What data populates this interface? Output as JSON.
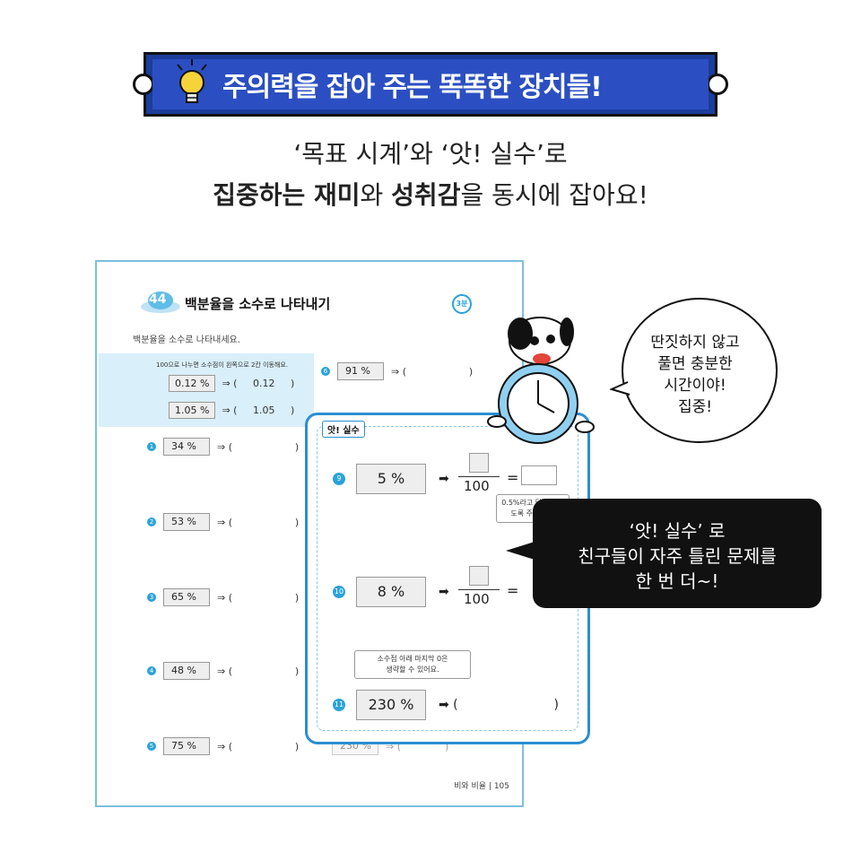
{
  "banner": {
    "title": "주의력을 잡아 주는 똑똑한 장치들!"
  },
  "subtitle": {
    "line1": "‘목표 시계’와 ‘앗! 실수’로",
    "line2_parts": [
      "집중하는 재미",
      "와 ",
      "성취감",
      "을 동시에 잡아요!"
    ]
  },
  "worksheet": {
    "lesson_number": "44",
    "lesson_title": "백분율을 소수로 나타내기",
    "goal_time": "3분",
    "instruction": "백분율을 소수로 나타내세요.",
    "example_note": "100으로 나누면 소수점이 왼쪽으로 2칸 이동해요.",
    "examples": [
      {
        "percent": "0.12 %",
        "answer": "0.12"
      },
      {
        "percent": "1.05 %",
        "answer": "1.05"
      }
    ],
    "questions": [
      {
        "num": "1",
        "percent": "34 %"
      },
      {
        "num": "2",
        "percent": "53 %"
      },
      {
        "num": "3",
        "percent": "65 %"
      },
      {
        "num": "4",
        "percent": "48 %"
      },
      {
        "num": "5",
        "percent": "75 %"
      },
      {
        "num": "6",
        "percent": "91 %"
      }
    ],
    "hidden_row": "230 %",
    "footer": "비와 비율 | 105"
  },
  "oops": {
    "tag": "앗! 실수",
    "items": [
      {
        "num": "9",
        "percent": "5 %",
        "denominator": "100"
      },
      {
        "num": "10",
        "percent": "8 %",
        "denominator": "100"
      },
      {
        "num": "11",
        "percent": "230 %"
      }
    ],
    "hint1": "0.5%라고 답하지 않도록 주의해요.",
    "hint2_line1": "소수점 아래 마지막 0은",
    "hint2_line2": "생략할 수 있어요."
  },
  "bubble_white": {
    "lines": [
      "딴짓하지 않고",
      "풀면 충분한",
      "시간이야!",
      "집중!"
    ]
  },
  "bubble_black": {
    "lines": [
      "‘앗! 실수’ 로",
      "친구들이 자주 틀린 문제를",
      "한 번 더~!"
    ]
  },
  "colors": {
    "banner_blue": "#2b4fc2",
    "accent_cyan": "#29a3da",
    "panel_border": "#2a8ed0"
  }
}
